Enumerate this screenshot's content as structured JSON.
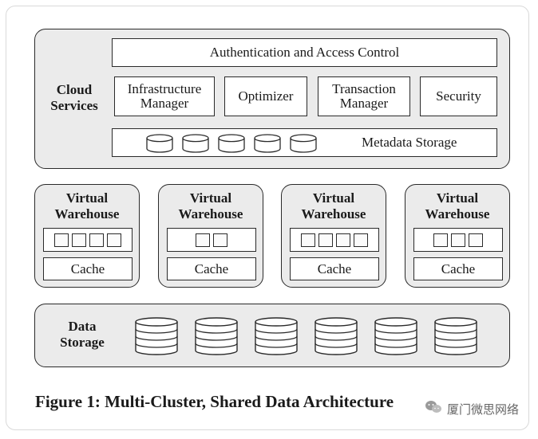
{
  "cloud_services": {
    "label_line1": "Cloud",
    "label_line2": "Services",
    "auth": "Authentication and Access Control",
    "infra_line1": "Infrastructure",
    "infra_line2": "Manager",
    "optimizer": "Optimizer",
    "txn_line1": "Transaction",
    "txn_line2": "Manager",
    "security": "Security",
    "metadata": "Metadata Storage",
    "metadata_cylinder_count": 5
  },
  "warehouses": [
    {
      "title_line1": "Virtual",
      "title_line2": "Warehouse",
      "slots": 4,
      "cache": "Cache"
    },
    {
      "title_line1": "Virtual",
      "title_line2": "Warehouse",
      "slots": 2,
      "cache": "Cache"
    },
    {
      "title_line1": "Virtual",
      "title_line2": "Warehouse",
      "slots": 4,
      "cache": "Cache"
    },
    {
      "title_line1": "Virtual",
      "title_line2": "Warehouse",
      "slots": 3,
      "cache": "Cache"
    }
  ],
  "data_storage": {
    "label_line1": "Data",
    "label_line2": "Storage",
    "disk_count": 6
  },
  "caption": "Figure 1: Multi-Cluster, Shared Data Architecture",
  "watermark": "厦门微思网络",
  "colors": {
    "panel_fill": "#ebebeb",
    "stroke": "#2a2a2a",
    "box_fill": "#ffffff"
  }
}
